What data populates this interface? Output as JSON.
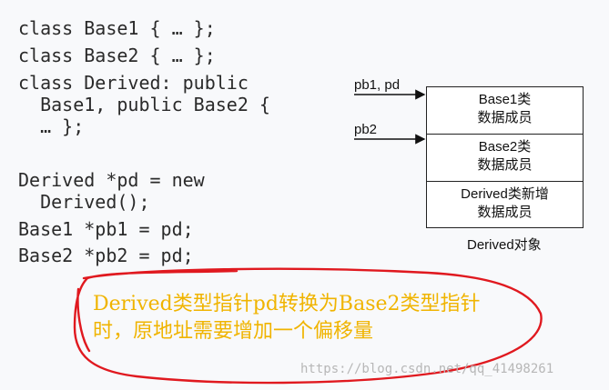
{
  "code_block_1": [
    "class Base1 { … };",
    "class Base2 { … };",
    "class Derived: public",
    "  Base1, public Base2 {",
    "  … };"
  ],
  "code_block_2": [
    "Derived *pd = new",
    "  Derived();",
    "Base1 *pb1 = pd;",
    "Base2 *pb2 = pd;"
  ],
  "diagram": {
    "pointer_1_label": "pb1, pd",
    "pointer_2_label": "pb2",
    "box_1": {
      "line1": "Base1类",
      "line2": "数据成员"
    },
    "box_2": {
      "line1": "Base2类",
      "line2": "数据成员"
    },
    "box_3": {
      "line1": "Derived类新增",
      "line2": "数据成员"
    },
    "caption": "Derived对象"
  },
  "annotation": {
    "line1": "Derived类型指针pd转换为Base2类型指针",
    "line2": "时，原地址需要增加一个偏移量"
  },
  "watermark": "https://blog.csdn.net/qq_41498261",
  "colors": {
    "annotation_text": "#f0b400",
    "scribble": "#e0191f",
    "code_text": "#2a2a2a"
  }
}
